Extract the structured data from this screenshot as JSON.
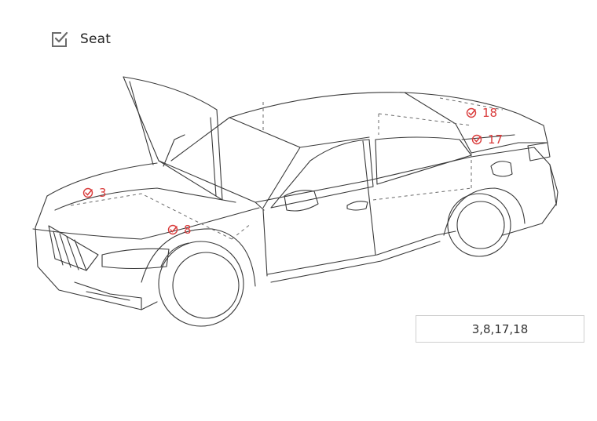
{
  "header": {
    "title": "Seat"
  },
  "markers": [
    {
      "label": "3"
    },
    {
      "label": "8"
    },
    {
      "label": "17"
    },
    {
      "label": "18"
    }
  ],
  "summary": {
    "value": "3,8,17,18"
  },
  "colors": {
    "marker": "#d93a3a",
    "line": "#3a3a3a",
    "dashed": "#6a6a6a",
    "checkbox": "#666666"
  }
}
